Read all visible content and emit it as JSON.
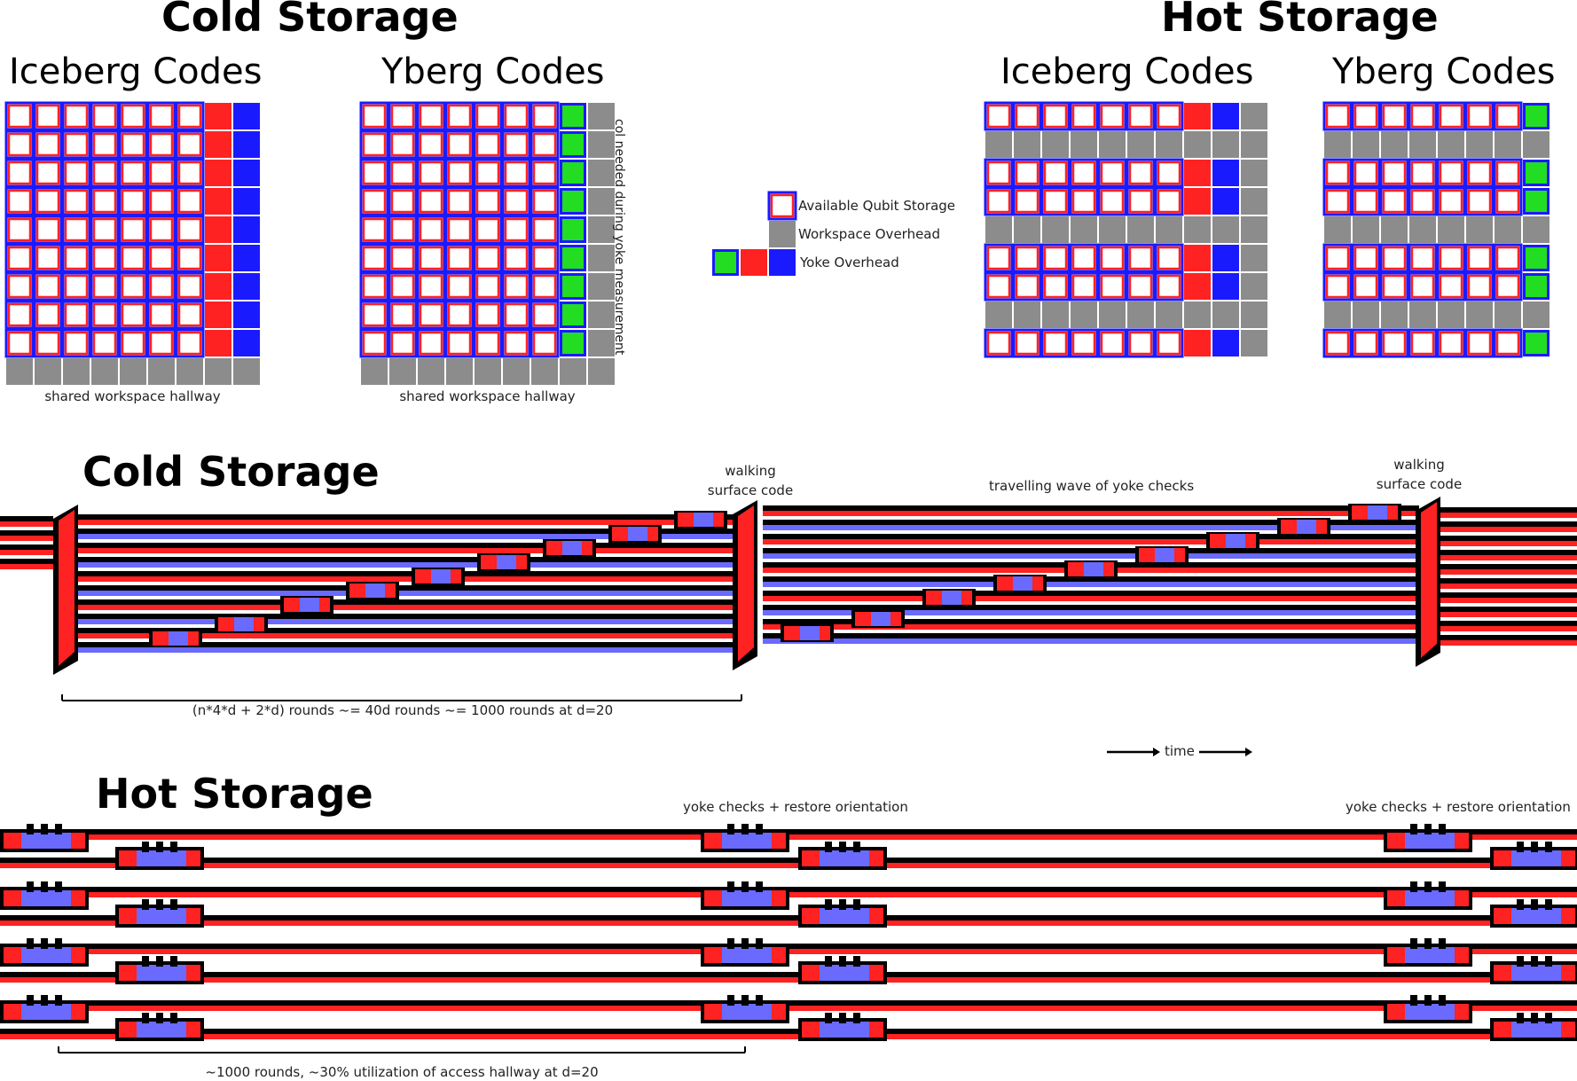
{
  "top": {
    "cold_title": "Cold Storage",
    "hot_title": "Hot Storage",
    "iceberg_label": "Iceberg Codes",
    "yberg_label": "Yberg Codes",
    "hallway_label": "shared workspace hallway",
    "col_needed_label": "col needed during yoke measurement"
  },
  "legend": {
    "available": "Available Qubit Storage",
    "workspace": "Workspace Overhead",
    "yoke": "Yoke Overhead"
  },
  "cold_timeline": {
    "title": "Cold Storage",
    "walking_label_line1": "walking",
    "walking_label_line2": "surface code",
    "wave_label": "travelling wave of yoke checks",
    "bracket_label": "(n*4*d + 2*d) rounds ~= 40d rounds ~= 1000 rounds at d=20"
  },
  "time_label": "time",
  "hot_timeline": {
    "title": "Hot Storage",
    "yoke_label": "yoke checks + restore orientation",
    "bracket_label": "~1000 rounds, ~30% utilization of access hallway at d=20"
  },
  "colors": {
    "red": "#ff2222",
    "blue": "#1a1aff",
    "green": "#22dd22",
    "gray": "#8c8c8c",
    "light_blue": "#6a6aff",
    "black": "#000000"
  },
  "icons": [
    "available-qubit-swatch",
    "workspace-swatch",
    "yoke-swatch",
    "arrow-right-icon"
  ]
}
